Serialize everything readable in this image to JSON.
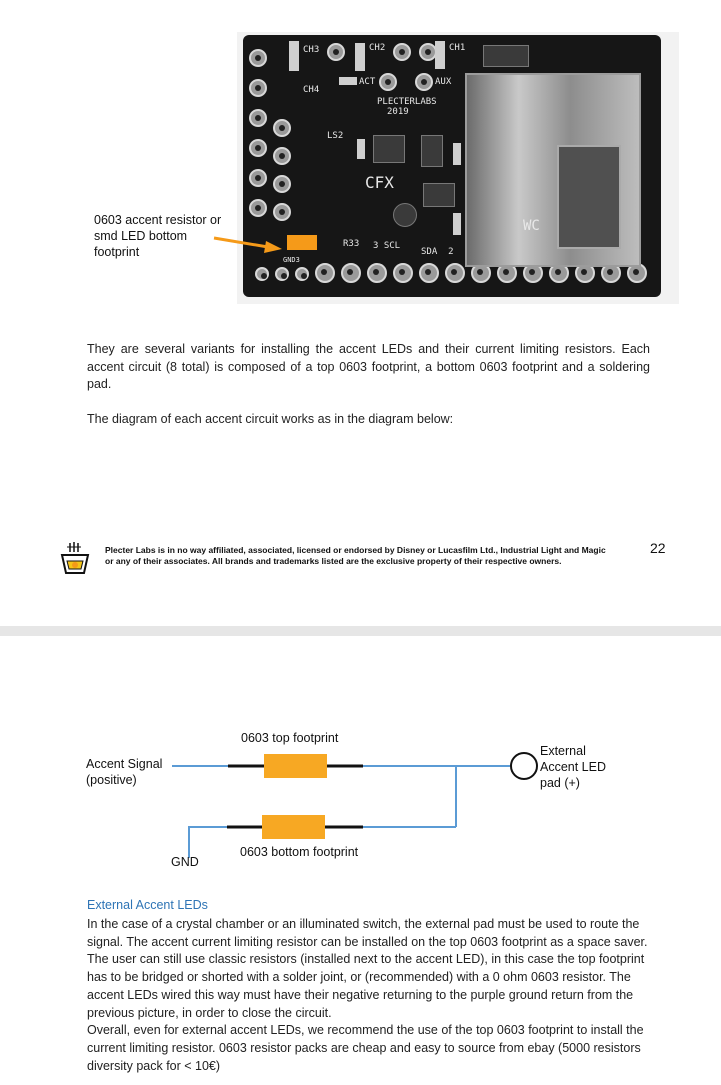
{
  "page1": {
    "callout_line1": "0603 accent resistor or",
    "callout_line2": "smd LED bottom",
    "callout_line3": "footprint",
    "pcb_silkscreen": {
      "ch3": "CH3",
      "ch2": "CH2",
      "ch1": "CH1",
      "ch4": "CH4",
      "act": "ACT",
      "aux": "AUX",
      "brand": "PLECTERLABS",
      "year": "2019",
      "ls2": "LS2",
      "cfx": "CFX",
      "scl": "3 SCL",
      "sda": "SDA  2",
      "gnd": "GND3",
      "r33": "R33",
      "wc": "WC"
    },
    "paragraph1": "They are several variants for installing the accent LEDs and their current limiting resistors. Each accent circuit (8 total) is composed of a top 0603 footprint, a bottom 0603 footprint and a soldering pad.",
    "paragraph2": "The diagram of each accent circuit works as in the diagram below:",
    "disclaimer_line1": "Plecter Labs is in no way affiliated, associated, licensed or endorsed by Disney or Lucasfilm Ltd., Industrial Light and Magic",
    "disclaimer_line2": "or any of their associates. All brands and trademarks listed are the exclusive property of their respective owners.",
    "page_number": "22",
    "accent_color": "#f59a19"
  },
  "page2": {
    "diagram": {
      "top_footprint_label": "0603 top footprint",
      "bottom_footprint_label": "0603 bottom footprint",
      "signal_label_line1": "Accent Signal",
      "signal_label_line2": "(positive)",
      "gnd_label": "GND",
      "pad_label_line1": "External",
      "pad_label_line2": "Accent LED",
      "pad_label_line3": "pad (+)",
      "wire_color": "#5b9bd5",
      "resistor_color": "#f7a823"
    },
    "section_title": "External Accent LEDs",
    "paragraph1": "In the case of a crystal chamber or an illuminated switch, the external pad must be used to route the signal. The accent current limiting resistor can be installed on the top 0603 footprint as a space saver. The user can still use classic resistors (installed next to the accent LED), in this case the top footprint has to be bridged or shorted with a solder joint, or (recommended) with a 0 ohm 0603 resistor. The accent LEDs wired this way must have their negative returning to the purple ground return from the previous picture, in order to close the circuit.",
    "paragraph2": "Overall, even for external accent LEDs, we recommend the use of the top 0603 footprint to install the current limiting resistor. 0603 resistor packs are cheap and easy to source from ebay (5000 resistors diversity pack for < 10€)",
    "section_title_color": "#2e74b5"
  }
}
